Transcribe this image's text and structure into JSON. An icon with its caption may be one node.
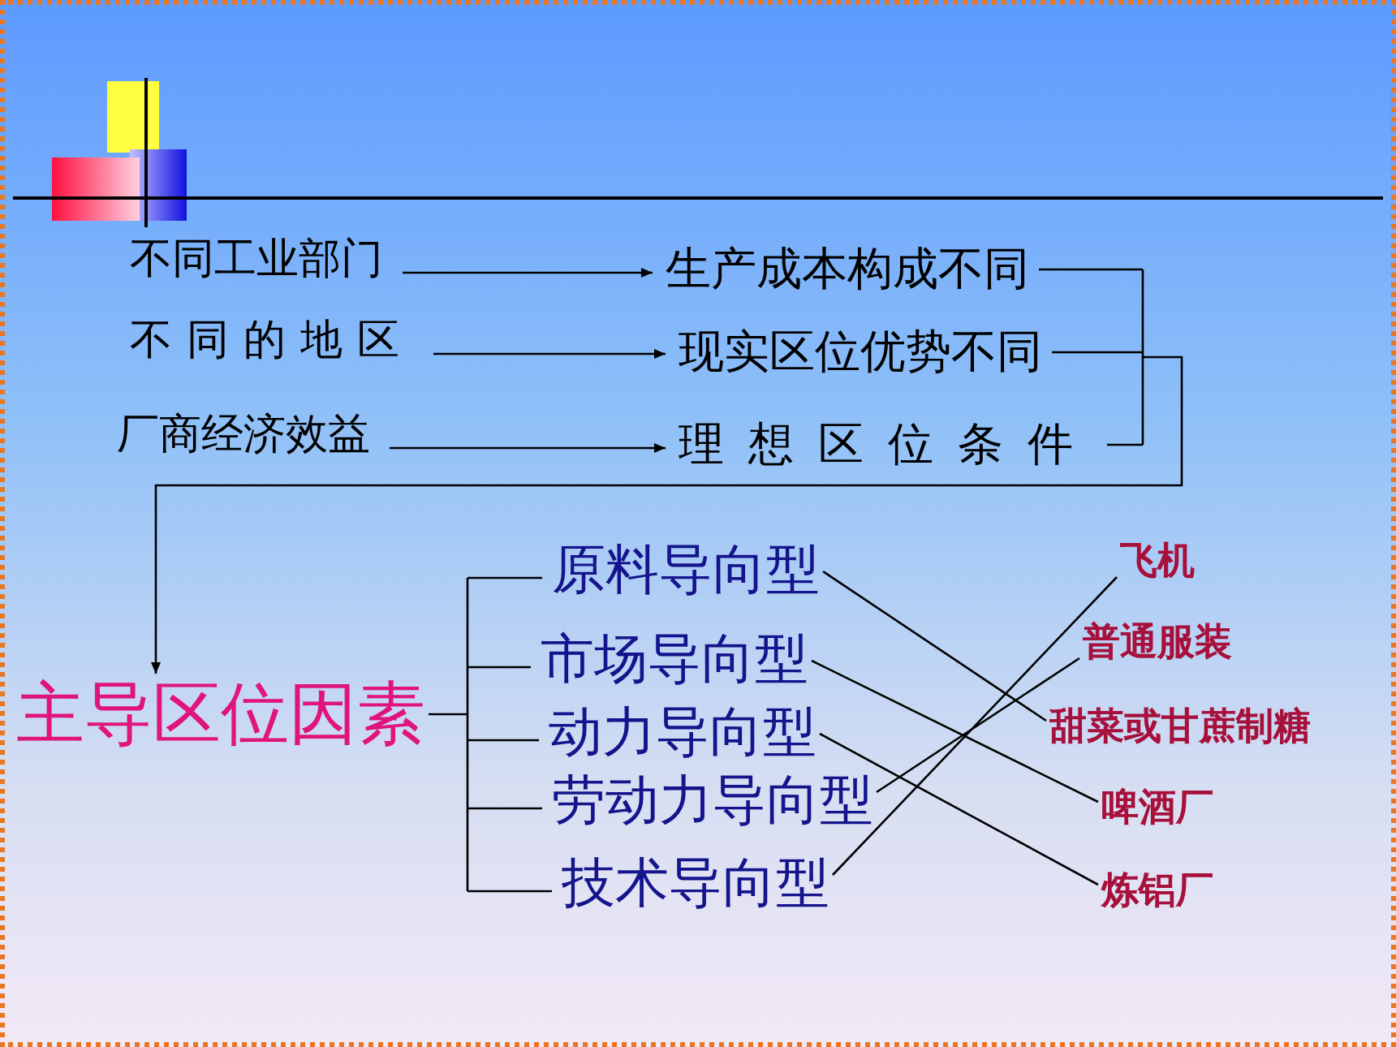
{
  "diagram": {
    "nodes": [
      {
        "text": [
          "不同工业部门"
        ]
      },
      {
        "text": [
          "不同的地区"
        ]
      },
      {
        "text": [
          "厂商经济效益"
        ]
      },
      {
        "text": [
          "生产成本构成不同"
        ]
      },
      {
        "text": [
          "现实区位优势不同"
        ]
      },
      {
        "text": [
          "理想区位条件"
        ]
      },
      {
        "text": [
          "主导区位因素"
        ]
      },
      {
        "text": [
          "原料导向型"
        ]
      },
      {
        "text": [
          "市场导向型"
        ]
      },
      {
        "text": [
          "动力导向型"
        ]
      },
      {
        "text": [
          "劳动力导向型"
        ]
      },
      {
        "text": [
          "技术导向型"
        ]
      },
      {
        "text": [
          "飞机"
        ]
      },
      {
        "text": [
          "普通服装"
        ]
      },
      {
        "text": [
          "甜菜或甘蔗制糖"
        ]
      },
      {
        "text": [
          "啤酒厂"
        ]
      },
      {
        "text": [
          "炼铝厂"
        ]
      }
    ],
    "edges": [
      {
        "from": 0,
        "to": 3,
        "arrow": "to"
      },
      {
        "from": 1,
        "to": 4,
        "arrow": "to"
      },
      {
        "from": 2,
        "to": 5,
        "arrow": "to"
      },
      {
        "from": 3,
        "to": 6,
        "arrow": "to"
      },
      {
        "from": 4,
        "to": 6,
        "arrow": "to"
      },
      {
        "from": 5,
        "to": 6,
        "arrow": "to"
      },
      {
        "from": 6,
        "to": 7,
        "arrow": "none"
      },
      {
        "from": 6,
        "to": 8,
        "arrow": "none"
      },
      {
        "from": 6,
        "to": 9,
        "arrow": "none"
      },
      {
        "from": 6,
        "to": 10,
        "arrow": "none"
      },
      {
        "from": 6,
        "to": 11,
        "arrow": "none"
      },
      {
        "from": 7,
        "to": 14,
        "arrow": "none"
      },
      {
        "from": 8,
        "to": 15,
        "arrow": "none"
      },
      {
        "from": 9,
        "to": 16,
        "arrow": "none"
      },
      {
        "from": 10,
        "to": 13,
        "arrow": "none"
      },
      {
        "from": 11,
        "to": 12,
        "arrow": "none"
      }
    ]
  }
}
